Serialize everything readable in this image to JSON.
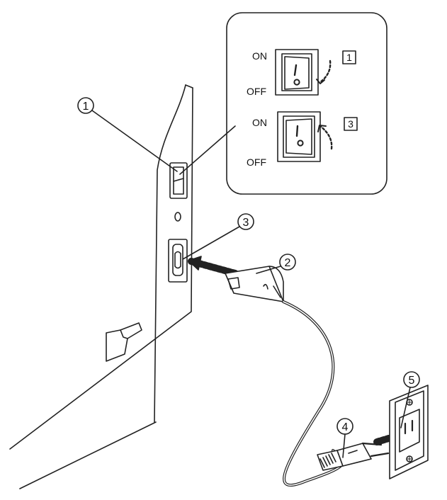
{
  "callouts": {
    "c1": "1",
    "c2": "2",
    "c3": "3",
    "c4": "4",
    "c5": "5"
  },
  "inset": {
    "top": {
      "on_label": "ON",
      "off_label": "OFF",
      "step": "1"
    },
    "bottom": {
      "on_label": "ON",
      "off_label": "OFF",
      "step": "3"
    }
  },
  "colors": {
    "line": "#222222",
    "fill": "#ffffff",
    "cord": "#444444"
  }
}
